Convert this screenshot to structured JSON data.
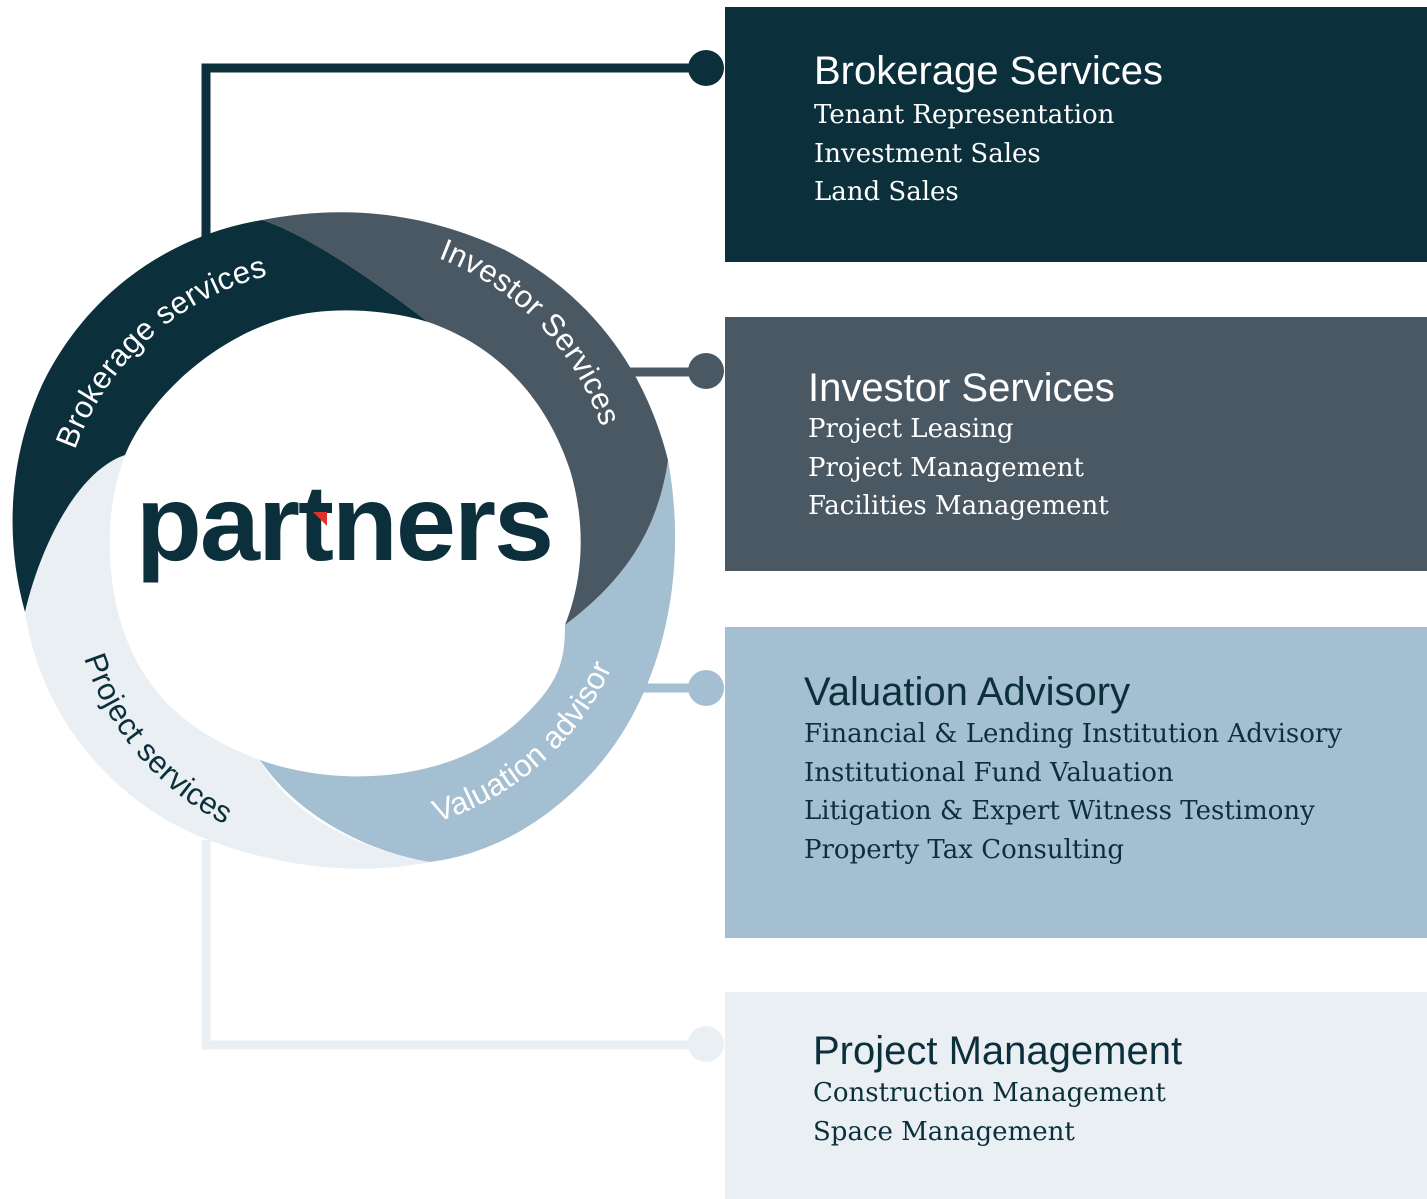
{
  "logo": {
    "text": "partners",
    "colors": {
      "text": "#0b2f3b",
      "accent": "#e0322a"
    }
  },
  "ring": {
    "labels": {
      "brokerage": "Brokerage services",
      "investor": "Investor Services",
      "valuation": "Valuation advisory",
      "project": "Project services"
    }
  },
  "panels": [
    {
      "key": "brokerage",
      "title": "Brokerage Services",
      "items": [
        "Tenant Representation",
        "Investment Sales",
        "Land Sales"
      ],
      "colors": {
        "background": "#0b2f3b",
        "text": "#ffffff"
      }
    },
    {
      "key": "investor",
      "title": "Investor Services",
      "items": [
        "Project Leasing",
        "Project Management",
        "Facilities Management"
      ],
      "colors": {
        "background": "#4a5864",
        "text": "#ffffff"
      }
    },
    {
      "key": "valuation",
      "title": "Valuation Advisory",
      "items": [
        "Financial & Lending Institution Advisory",
        "Institutional Fund Valuation",
        "Litigation & Expert Witness Testimony",
        "Property Tax Consulting"
      ],
      "colors": {
        "background": "#a4bfd1",
        "text": "#0b2f3b"
      }
    },
    {
      "key": "project",
      "title": "Project Management",
      "items": [
        "Construction Management",
        "Space Management"
      ],
      "colors": {
        "background": "#e9eff3",
        "text": "#0b2f3b"
      }
    }
  ]
}
